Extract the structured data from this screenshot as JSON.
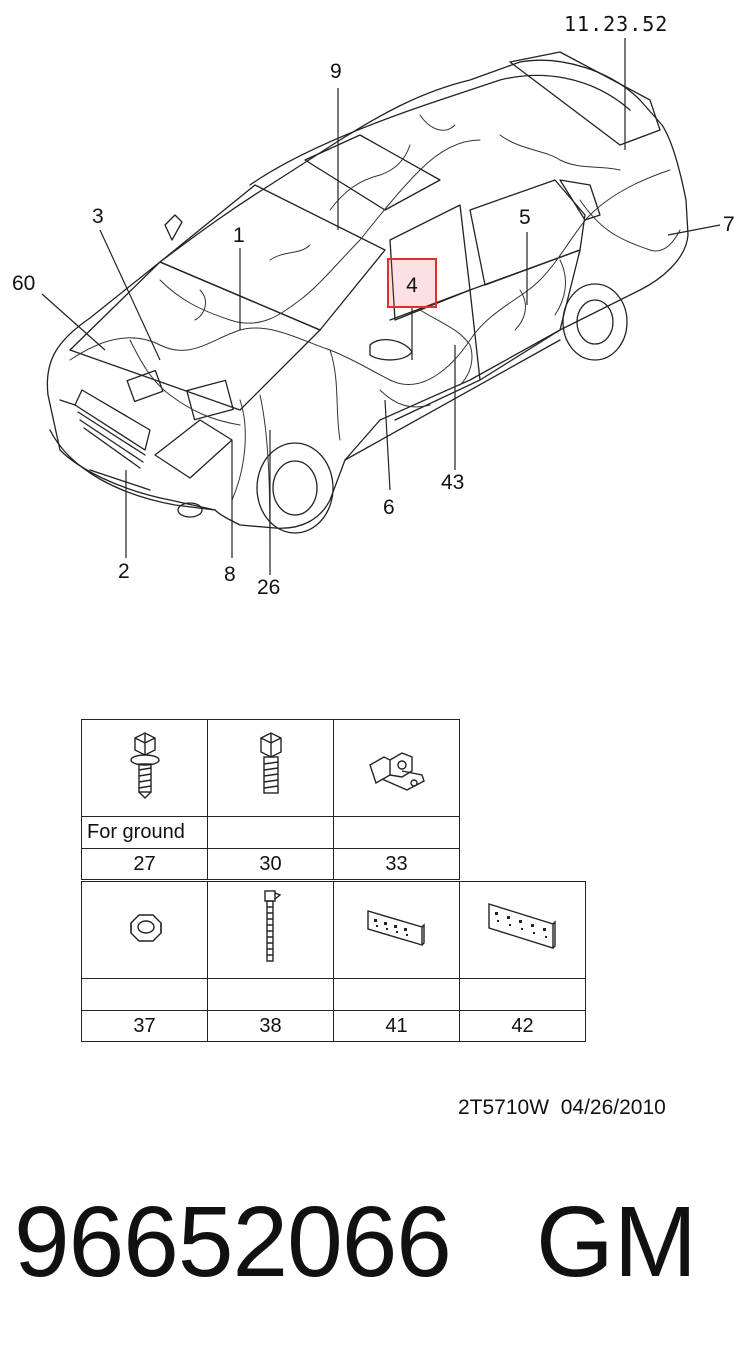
{
  "callouts": {
    "c_9": "9",
    "c_11_23_52": "11.23.52",
    "c_3": "3",
    "c_1": "1",
    "c_5": "5",
    "c_7": "7",
    "c_60": "60",
    "c_4": "4",
    "c_43": "43",
    "c_6": "6",
    "c_2": "2",
    "c_8": "8",
    "c_26": "26"
  },
  "parts_table_1": {
    "items": [
      {
        "icon": "flange-bolt-icon",
        "note": "For ground",
        "number": "27"
      },
      {
        "icon": "bolt-icon",
        "note": "",
        "number": "30"
      },
      {
        "icon": "bracket-clip-icon",
        "note": "",
        "number": "33"
      }
    ]
  },
  "parts_table_2": {
    "items": [
      {
        "icon": "hex-nut-icon",
        "note": "",
        "number": "37"
      },
      {
        "icon": "cable-tie-icon",
        "note": "",
        "number": "38"
      },
      {
        "icon": "connector-block-4-icon",
        "note": "",
        "number": "41"
      },
      {
        "icon": "connector-block-5-icon",
        "note": "",
        "number": "42"
      }
    ]
  },
  "drawing_code": "2T5710W  04/26/2010",
  "part_number": "96652066",
  "brand": "GM",
  "colors": {
    "highlight_border": "#e0302a",
    "highlight_fill": "#f5c9cc",
    "line": "#222222"
  }
}
